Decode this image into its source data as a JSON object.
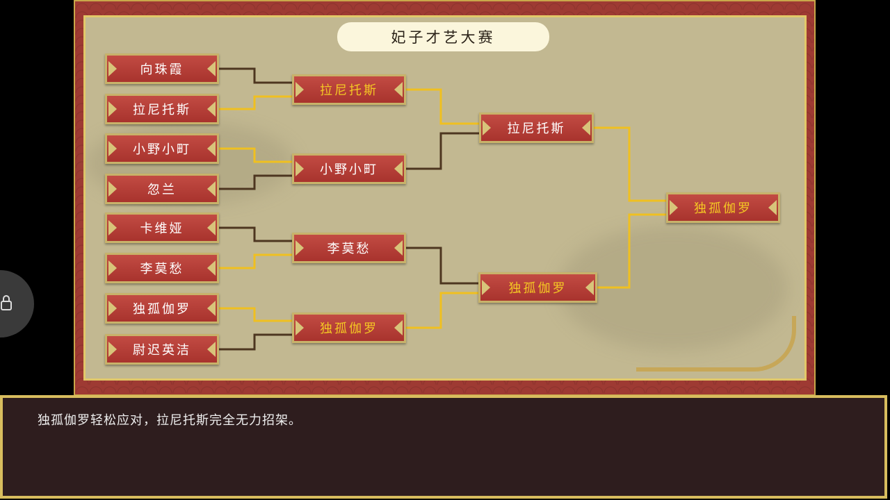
{
  "title": "妃子才艺大赛",
  "round1": [
    {
      "name": "向珠霞",
      "winner": false
    },
    {
      "name": "拉尼托斯",
      "winner": true
    },
    {
      "name": "小野小町",
      "winner": true
    },
    {
      "name": "忽兰",
      "winner": false
    },
    {
      "name": "卡维娅",
      "winner": false
    },
    {
      "name": "李莫愁",
      "winner": true
    },
    {
      "name": "独孤伽罗",
      "winner": true
    },
    {
      "name": "尉迟英洁",
      "winner": false
    }
  ],
  "round2": [
    {
      "name": "拉尼托斯",
      "winner": true
    },
    {
      "name": "小野小町",
      "winner": false
    },
    {
      "name": "李莫愁",
      "winner": false
    },
    {
      "name": "独孤伽罗",
      "winner": true
    }
  ],
  "round3": [
    {
      "name": "拉尼托斯",
      "winner": true
    },
    {
      "name": "独孤伽罗",
      "winner": true
    }
  ],
  "final": {
    "name": "独孤伽罗"
  },
  "dialog": "独孤伽罗轻松应对，拉尼托斯完全无力招架。",
  "colors": {
    "win_line": "#f0c020",
    "lose_line": "#4d3620",
    "win_text": "#f4c824"
  }
}
